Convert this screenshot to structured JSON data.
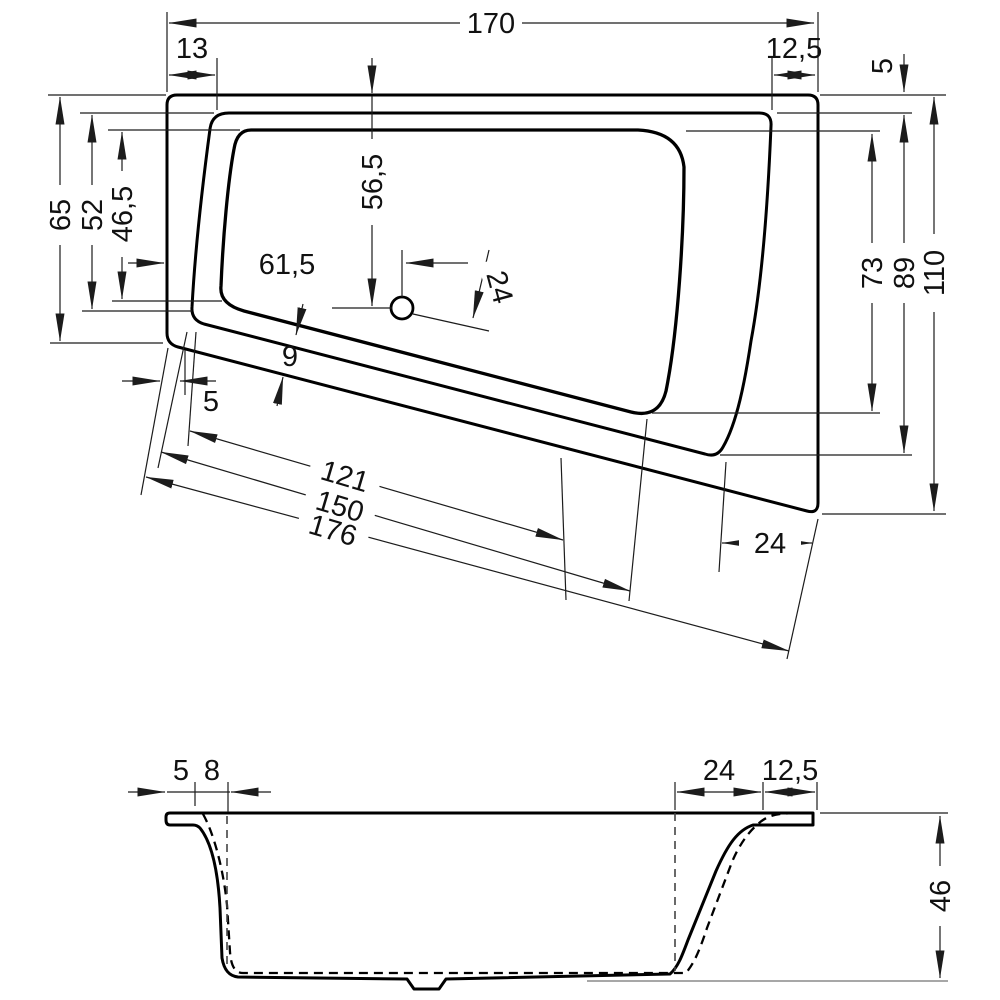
{
  "top_view": {
    "overall_length": "170",
    "rim_left_top": "13",
    "rim_right_top": "12,5",
    "rim_top_right_edge": "5",
    "left_height_total": "65",
    "left_height_rim": "52",
    "left_height_basin": "46,5",
    "drain_from_top": "56,5",
    "drain_from_left": "61,5",
    "drain_to_edge": "24",
    "rim_diagonal_width": "9",
    "diagonal_offset": "5",
    "diagonal_basin": "121",
    "diagonal_rim": "150",
    "diagonal_total": "176",
    "corner_cut": "24",
    "right_height_basin": "73",
    "right_height_rim": "89",
    "right_height_total": "110"
  },
  "side_view": {
    "rim_left": "5",
    "wall_left": "8",
    "slope_right": "24",
    "rim_right": "12,5",
    "depth": "46"
  }
}
